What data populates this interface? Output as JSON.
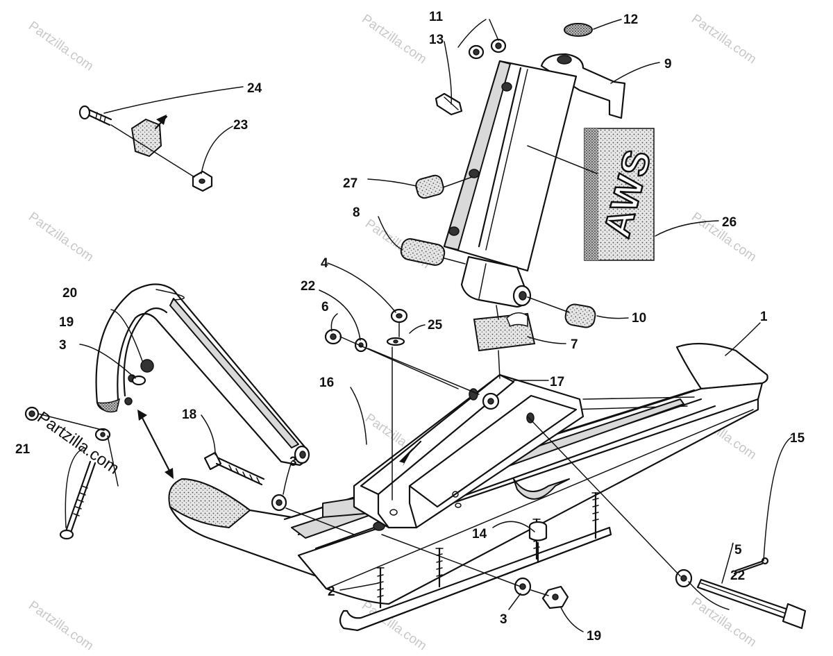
{
  "diagram": {
    "decal_text": "AWS",
    "watermark": "Partzilla.com",
    "callouts": [
      {
        "id": "c1",
        "label": "1"
      },
      {
        "id": "c2",
        "label": "2"
      },
      {
        "id": "c3a",
        "label": "3"
      },
      {
        "id": "c3b",
        "label": "3"
      },
      {
        "id": "c3c",
        "label": "3"
      },
      {
        "id": "c4",
        "label": "4"
      },
      {
        "id": "c5",
        "label": "5"
      },
      {
        "id": "c6",
        "label": "6"
      },
      {
        "id": "c7",
        "label": "7"
      },
      {
        "id": "c8",
        "label": "8"
      },
      {
        "id": "c9",
        "label": "9"
      },
      {
        "id": "c10",
        "label": "10"
      },
      {
        "id": "c11",
        "label": "11"
      },
      {
        "id": "c12",
        "label": "12"
      },
      {
        "id": "c13",
        "label": "13"
      },
      {
        "id": "c14",
        "label": "14"
      },
      {
        "id": "c15",
        "label": "15"
      },
      {
        "id": "c16",
        "label": "16"
      },
      {
        "id": "c17",
        "label": "17"
      },
      {
        "id": "c18",
        "label": "18"
      },
      {
        "id": "c19a",
        "label": "19"
      },
      {
        "id": "c19b",
        "label": "19"
      },
      {
        "id": "c20",
        "label": "20"
      },
      {
        "id": "c21",
        "label": "21"
      },
      {
        "id": "c22a",
        "label": "22"
      },
      {
        "id": "c22b",
        "label": "22"
      },
      {
        "id": "c23",
        "label": "23"
      },
      {
        "id": "c24",
        "label": "24"
      },
      {
        "id": "c25",
        "label": "25"
      },
      {
        "id": "c26",
        "label": "26"
      },
      {
        "id": "c27",
        "label": "27"
      }
    ]
  }
}
